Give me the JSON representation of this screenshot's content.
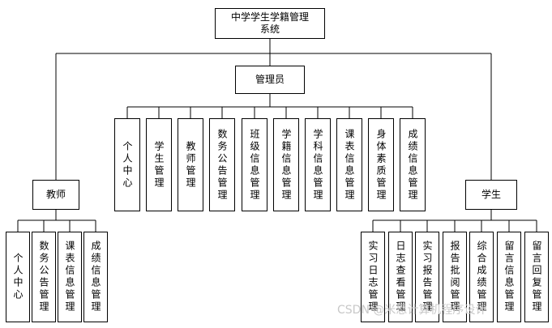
{
  "root": {
    "label": "中学学生学籍管理系统"
  },
  "admin": {
    "label": "管理员",
    "children": [
      "个人中心",
      "学生管理",
      "教师管理",
      "数务公告管理",
      "班级信息管理",
      "学籍信息管理",
      "学科信息管理",
      "课表信息管理",
      "身体素质管理",
      "成绩信息管理"
    ]
  },
  "teacher": {
    "label": "教师",
    "children": [
      "个人中心",
      "数务公告管理",
      "课表信息管理",
      "成绩信息管理"
    ]
  },
  "student": {
    "label": "学生",
    "children": [
      "实习日志管理",
      "日志查看管理",
      "实习报告管理",
      "报告批阅管理",
      "综合成绩管理",
      "留言信息管理",
      "留言回复管理"
    ]
  },
  "watermark": "CSDN @米恩计算机程序设计"
}
